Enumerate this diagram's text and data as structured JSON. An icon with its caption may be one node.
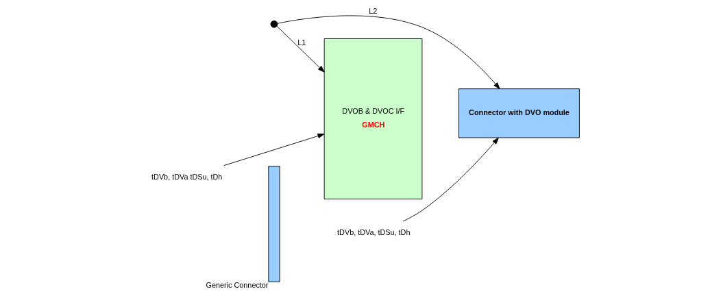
{
  "diagram": {
    "nodes": [
      {
        "text": [
          "DVOB & DVOC I/F",
          "GMCH"
        ]
      },
      {
        "text": [],
        "shape": "bar",
        "beside": [
          "Generic Connector"
        ]
      },
      {
        "text": [
          "Connector with DVO module"
        ]
      },
      {
        "text": [],
        "shape": "circle"
      },
      {
        "text": [
          "tDVb, tDVa tDSu, tDh"
        ]
      },
      {
        "text": [
          "tDVb, tDVa, tDSu, tDh"
        ]
      }
    ],
    "edges": [
      {
        "from": 3,
        "to": 0,
        "arrow": "to",
        "label": "L1"
      },
      {
        "from": 3,
        "to": 2,
        "arrow": "to",
        "label": "L2"
      },
      {
        "from": 4,
        "to": 0,
        "arrow": "to"
      },
      {
        "from": 5,
        "to": 2,
        "arrow": "to"
      }
    ]
  }
}
